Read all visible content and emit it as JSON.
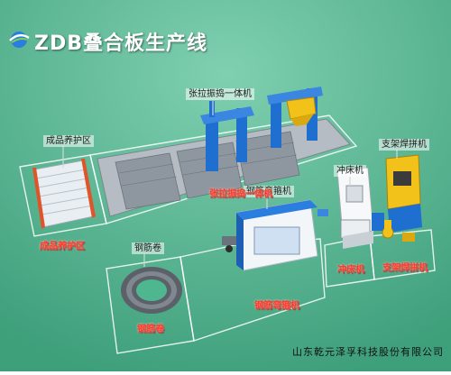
{
  "header": {
    "title": "ZDB叠合板生产线",
    "logo_icon": "globe-swoosh-icon"
  },
  "colors": {
    "background": "#4fb78f",
    "accent_blue": "#1f6fd0",
    "accent_yellow": "#f2c21b",
    "label_red": "#ff3a2a"
  },
  "stations": {
    "curing_area": {
      "label": "成品养护区",
      "floor_label": "成品养护区"
    },
    "stretch_machine": {
      "label": "张拉振捣一体机",
      "floor_label": "张拉振捣一体机"
    },
    "punch": {
      "label": "冲床机",
      "floor_label": "冲床机"
    },
    "bracket_welder": {
      "label": "支架焊拼机",
      "floor_label": "支架焊拼机"
    },
    "bending_machine": {
      "label": "钢筋弯箍机",
      "floor_label": "钢筋弯箍机"
    },
    "coil": {
      "label": "钢筋卷",
      "floor_label": "钢筋卷"
    }
  },
  "footer": {
    "company": "山东乾元泽孚科技股份有限公司"
  }
}
